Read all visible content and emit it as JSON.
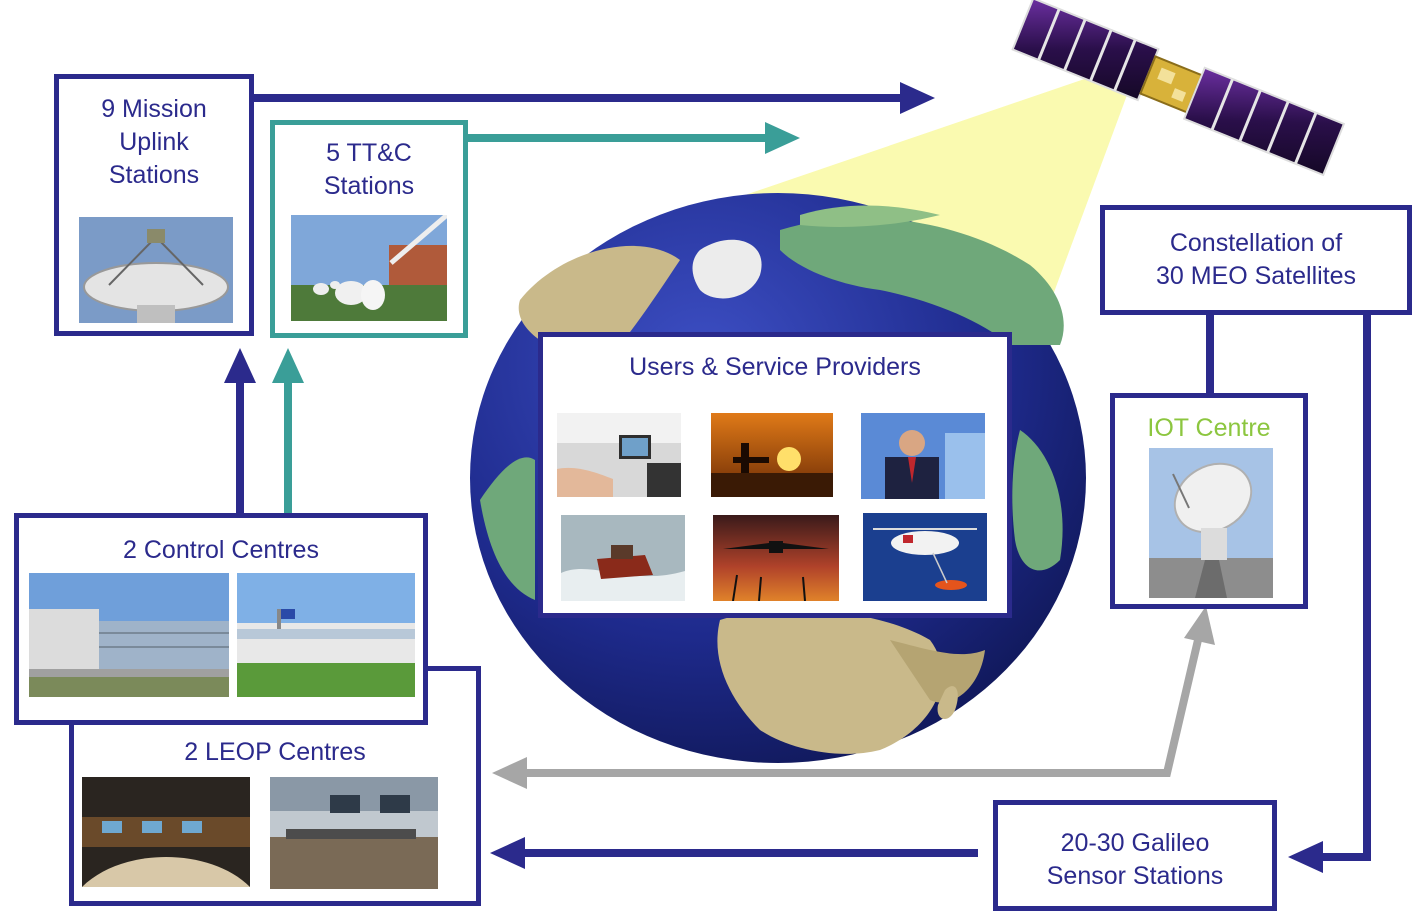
{
  "diagram": {
    "mission_uplink": {
      "label": "9 Mission\nUplink\nStations"
    },
    "ttc": {
      "label": "5 TT&C\nStations"
    },
    "constellation": {
      "label": "Constellation of\n30 MEO Satellites"
    },
    "users": {
      "label": "Users & Service Providers"
    },
    "iot": {
      "label": "IOT Centre"
    },
    "control": {
      "label": "2 Control Centres"
    },
    "leop": {
      "label": "2 LEOP Centres"
    },
    "sensor": {
      "label": "20-30 Galileo\nSensor Stations"
    }
  },
  "colors": {
    "navy": "#2b2a8c",
    "teal": "#3a9e98",
    "grey_arrow": "#a6a6a6",
    "beam": "#fafab0",
    "iot_label": "#8cc63f",
    "ocean": "#1e2a8c"
  },
  "icons": [
    "satellite-icon",
    "globe-icon",
    "dish-antenna-icon"
  ]
}
